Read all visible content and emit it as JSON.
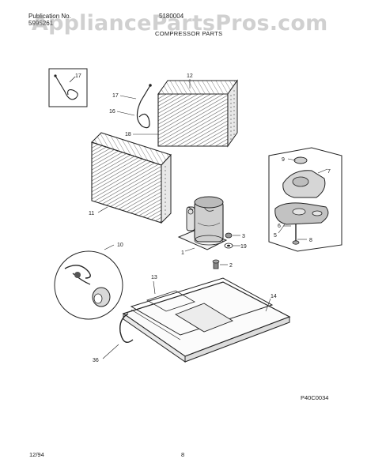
{
  "header": {
    "publication_label": "Publication No.",
    "publication_no": "5995261",
    "model": "5180004",
    "section_title": "COMPRESSOR PARTS"
  },
  "watermark": "AppliancePartsPros.com",
  "diagram": {
    "code": "P40C0034",
    "callouts": {
      "c17a": "17",
      "c17b": "17",
      "c16": "16",
      "c18": "18",
      "c12": "12",
      "c11": "11",
      "c9": "9",
      "c7": "7",
      "c6": "6",
      "c5": "5",
      "c8": "8",
      "c3": "3",
      "c19": "19",
      "c1": "1",
      "c2": "2",
      "c10": "10",
      "c13": "13",
      "c14": "14",
      "c36": "36"
    }
  },
  "footer": {
    "date": "12/94",
    "page": "8"
  }
}
